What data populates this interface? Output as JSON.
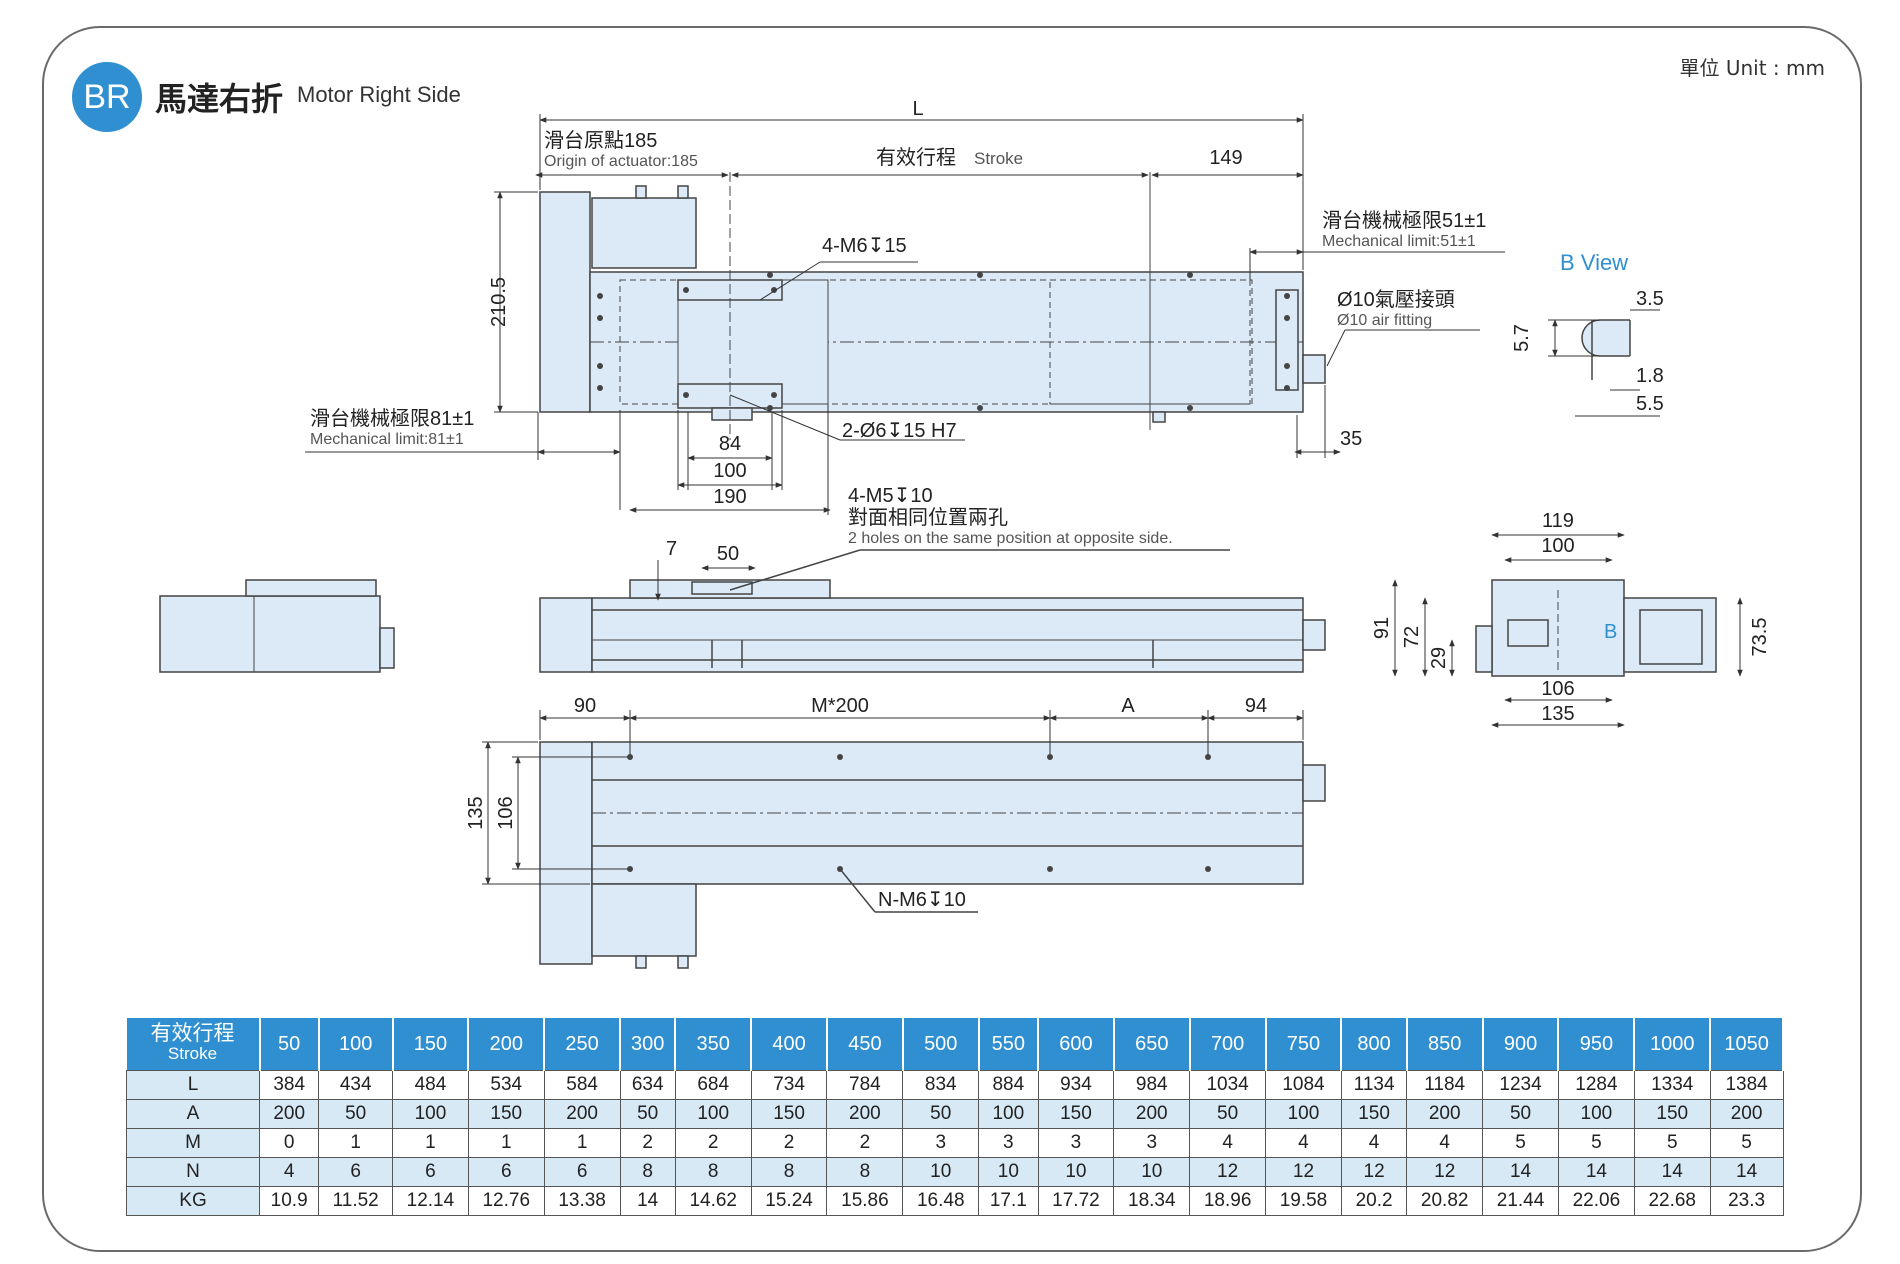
{
  "header": {
    "badge": "BR",
    "title_zh": "馬達右折",
    "title_en": "Motor Right Side",
    "unit": "單位 Unit : mm"
  },
  "dims": {
    "L": "L",
    "origin_zh": "滑台原點185",
    "origin_en": "Origin of actuator:185",
    "stroke_zh": "有效行程",
    "stroke_en": "Stroke",
    "d149": "149",
    "mech51_zh": "滑台機械極限51±1",
    "mech51_en": "Mechanical limit:51±1",
    "m6x15": "4-M6↧15",
    "d210": "210.5",
    "air_zh": "Ø10氣壓接頭",
    "air_en": "Ø10 air fitting",
    "mech81_zh": "滑台機械極限81±1",
    "mech81_en": "Mechanical limit:81±1",
    "d84": "84",
    "pin": "2-Ø6↧15 H7",
    "d35": "35",
    "d100": "100",
    "d190": "190",
    "m5_1": "4-M5↧10",
    "m5_2": "對面相同位置兩孔",
    "m5_3": "2 holes on the same position at opposite side.",
    "d7": "7",
    "d50": "50",
    "d90": "90",
    "m200": "M*200",
    "dA": "A",
    "d94": "94",
    "d135": "135",
    "d106": "106",
    "nm6": "N-M6↧10"
  },
  "bview": {
    "title": "B View",
    "d35": "3.5",
    "d57": "5.7",
    "d18": "1.8",
    "d55": "5.5"
  },
  "endview": {
    "d119": "119",
    "d100": "100",
    "d91": "91",
    "d72": "72",
    "d29": "29",
    "d735": "73.5",
    "d106": "106",
    "d135": "135",
    "b": "B"
  },
  "table": {
    "head_zh": "有效行程",
    "head_en": "Stroke",
    "strokes": [
      "50",
      "100",
      "150",
      "200",
      "250",
      "300",
      "350",
      "400",
      "450",
      "500",
      "550",
      "600",
      "650",
      "700",
      "750",
      "800",
      "850",
      "900",
      "950",
      "1000",
      "1050"
    ],
    "rows": [
      {
        "label": "L",
        "values": [
          "384",
          "434",
          "484",
          "534",
          "584",
          "634",
          "684",
          "734",
          "784",
          "834",
          "884",
          "934",
          "984",
          "1034",
          "1084",
          "1134",
          "1184",
          "1234",
          "1284",
          "1334",
          "1384"
        ]
      },
      {
        "label": "A",
        "values": [
          "200",
          "50",
          "100",
          "150",
          "200",
          "50",
          "100",
          "150",
          "200",
          "50",
          "100",
          "150",
          "200",
          "50",
          "100",
          "150",
          "200",
          "50",
          "100",
          "150",
          "200"
        ]
      },
      {
        "label": "M",
        "values": [
          "0",
          "1",
          "1",
          "1",
          "1",
          "2",
          "2",
          "2",
          "2",
          "3",
          "3",
          "3",
          "3",
          "4",
          "4",
          "4",
          "4",
          "5",
          "5",
          "5",
          "5"
        ]
      },
      {
        "label": "N",
        "values": [
          "4",
          "6",
          "6",
          "6",
          "6",
          "8",
          "8",
          "8",
          "8",
          "10",
          "10",
          "10",
          "10",
          "12",
          "12",
          "12",
          "12",
          "14",
          "14",
          "14",
          "14"
        ]
      },
      {
        "label": "KG",
        "values": [
          "10.9",
          "11.52",
          "12.14",
          "12.76",
          "13.38",
          "14",
          "14.62",
          "15.24",
          "15.86",
          "16.48",
          "17.1",
          "17.72",
          "18.34",
          "18.96",
          "19.58",
          "20.2",
          "20.82",
          "21.44",
          "22.06",
          "22.68",
          "23.3"
        ]
      }
    ]
  },
  "colors": {
    "accent": "#2f8fd0",
    "body_fill": "#dceaf7",
    "line": "#444444",
    "row_alt": "#d8e9f6"
  }
}
